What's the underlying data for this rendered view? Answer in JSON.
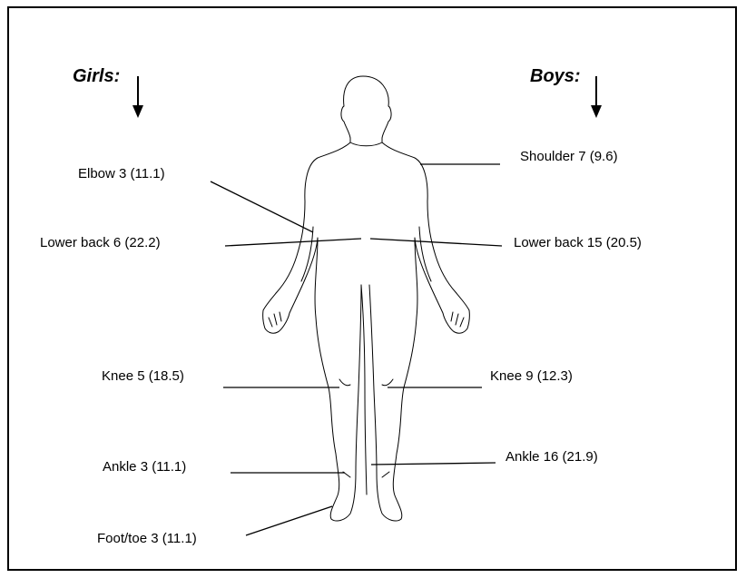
{
  "groups": {
    "girls": "Girls:",
    "boys": "Boys:"
  },
  "girls": {
    "elbow": "Elbow 3 (11.1)",
    "lower_back": "Lower back 6 (22.2)",
    "knee": "Knee 5 (18.5)",
    "ankle": "Ankle 3 (11.1)",
    "foot_toe": "Foot/toe 3 (11.1)"
  },
  "boys": {
    "shoulder": "Shoulder 7 (9.6)",
    "lower_back": "Lower back 15 (20.5)",
    "knee": "Knee 9 (12.3)",
    "ankle": "Ankle 16 (21.9)"
  }
}
